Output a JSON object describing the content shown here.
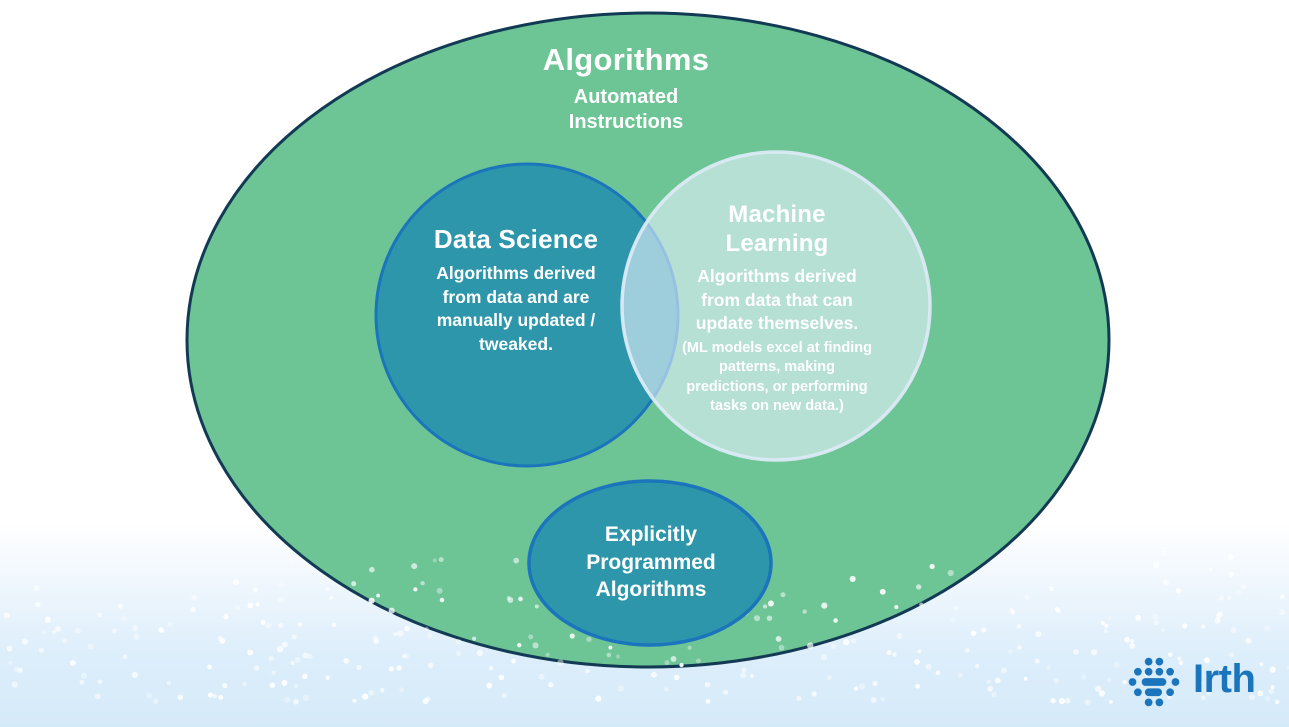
{
  "colors": {
    "outer_fill": "#6DC495",
    "outer_stroke": "#133A54",
    "teal_fill": "#2E96AA",
    "blue_stroke": "#1B75BC",
    "ml_fill": "rgba(228,241,250,0.62)",
    "ml_stroke": "rgba(219,234,246,0.95)",
    "dot_color": "#FFFFFF",
    "brand_blue": "#1B75BC"
  },
  "diagram": {
    "outer": {
      "title": "Algorithms",
      "subtitle_lines": [
        "Automated",
        "Instructions"
      ]
    },
    "data_science": {
      "title": "Data Science",
      "body_lines": [
        "Algorithms derived",
        "from data and are",
        "manually updated /",
        "tweaked."
      ]
    },
    "machine_learning": {
      "title_lines": [
        "Machine",
        "Learning"
      ],
      "body_lines": [
        "Algorithms derived",
        "from data that can",
        "update themselves."
      ],
      "note_lines": [
        "(ML models excel at finding",
        "patterns, making",
        "predictions, or performing",
        "tasks on new data.)"
      ]
    },
    "explicitly_programmed": {
      "title_lines": [
        "Explicitly",
        "Programmed",
        "Algorithms"
      ]
    }
  },
  "branding": {
    "logo_text": "Irth",
    "logo_mark": "dot-cluster-icon"
  },
  "background_texture": "scattered-white-dots"
}
